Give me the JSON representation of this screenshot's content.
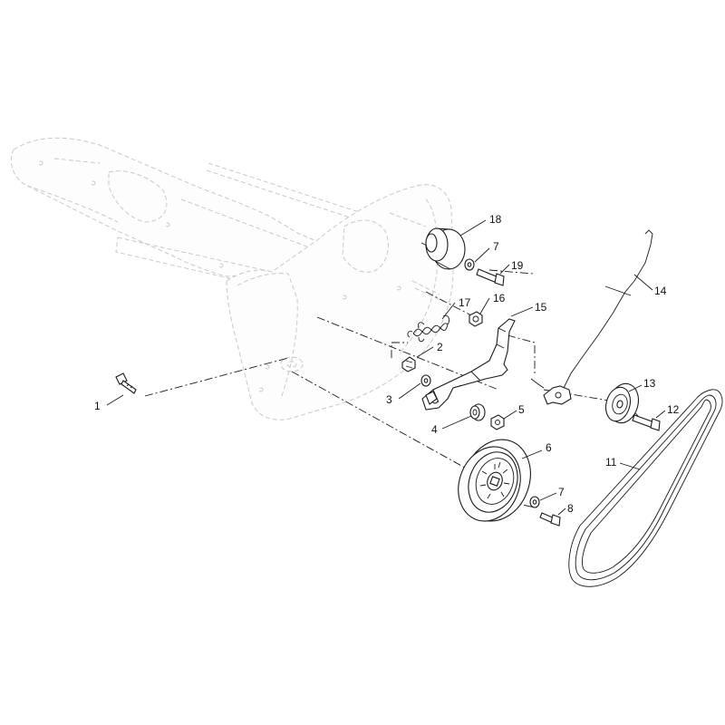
{
  "diagram": {
    "callouts": [
      {
        "id": "c1",
        "label": "1"
      },
      {
        "id": "c2",
        "label": "2"
      },
      {
        "id": "c3",
        "label": "3"
      },
      {
        "id": "c4",
        "label": "4"
      },
      {
        "id": "c5",
        "label": "5"
      },
      {
        "id": "c6",
        "label": "6"
      },
      {
        "id": "c7a",
        "label": "7"
      },
      {
        "id": "c7b",
        "label": "7"
      },
      {
        "id": "c8",
        "label": "8"
      },
      {
        "id": "c11",
        "label": "11"
      },
      {
        "id": "c12",
        "label": "12"
      },
      {
        "id": "c13",
        "label": "13"
      },
      {
        "id": "c14",
        "label": "14"
      },
      {
        "id": "c15",
        "label": "15"
      },
      {
        "id": "c16",
        "label": "16"
      },
      {
        "id": "c17",
        "label": "17"
      },
      {
        "id": "c18",
        "label": "18"
      },
      {
        "id": "c19",
        "label": "19"
      }
    ],
    "parts": {
      "frame": "ghosted-housing",
      "pulley_large": "pulley",
      "idler_pulley": "idler-pulley",
      "drive_pulley": "drive-pulley",
      "belt": "v-belt",
      "idler_bracket": "idler-bracket",
      "spring": "extension-spring",
      "cable": "control-cable"
    }
  }
}
